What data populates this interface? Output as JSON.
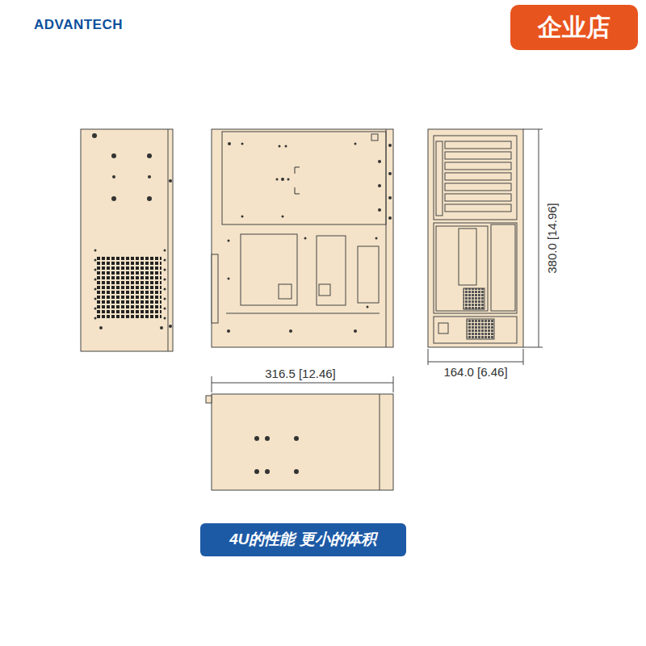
{
  "diagram": {
    "nodes": [
      {
        "text": [
          "企业店"
        ]
      },
      {
        "text": [
          "4U的性能 更小的体积"
        ]
      }
    ],
    "labels": [
      "ADVANTECH",
      "316.5 [12.46]",
      "164.0 [6.46]",
      "380.0 [14.96]"
    ]
  }
}
